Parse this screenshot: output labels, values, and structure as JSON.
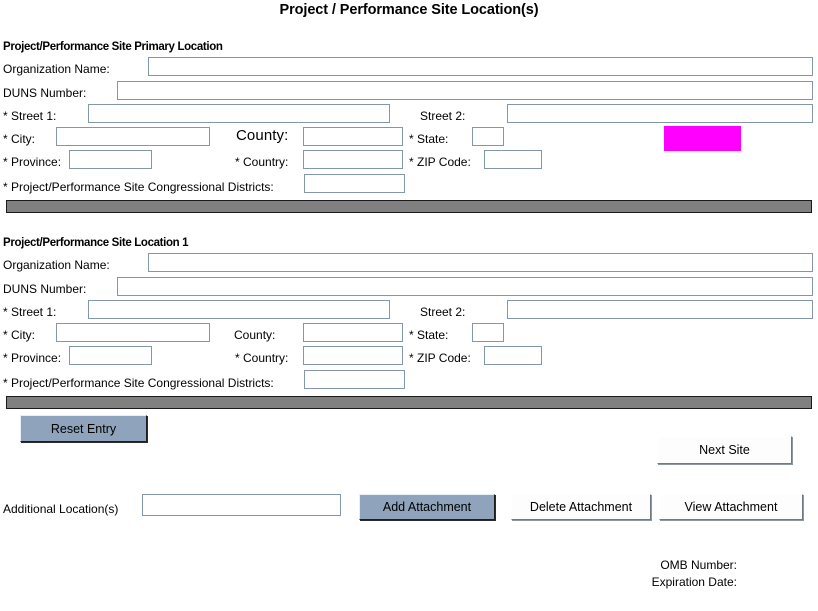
{
  "page": {
    "title": "Project / Performance Site Location(s)"
  },
  "colors": {
    "accent_magenta": "#FF00FF",
    "separator_gray": "#808080",
    "button_blue": "#8FA4BC",
    "field_border": "#8296AD"
  },
  "sections": [
    {
      "heading": "Project/Performance Site Primary Location",
      "fields": {
        "organization_name_label": "Organization Name:",
        "organization_name_value": "",
        "duns_number_label": "DUNS Number:",
        "duns_number_value": "",
        "street1_label": "* Street 1:",
        "street1_value": "",
        "street2_label": "Street 2:",
        "street2_value": "",
        "city_label": "* City:",
        "city_value": "",
        "county_label": "County:",
        "county_value": "",
        "state_label": "* State:",
        "state_value": "",
        "province_label": "* Province:",
        "province_value": "",
        "country_label": "* Country:",
        "country_value": "",
        "zip_label": "* ZIP  Code:",
        "zip_value": "",
        "districts_label": "* Project/Performance Site Congressional Districts:",
        "districts_value": ""
      }
    },
    {
      "heading": "Project/Performance Site Location 1",
      "fields": {
        "organization_name_label": "Organization Name:",
        "organization_name_value": "",
        "duns_number_label": "DUNS Number:",
        "duns_number_value": "",
        "street1_label": "* Street 1:",
        "street1_value": "",
        "street2_label": "Street 2:",
        "street2_value": "",
        "city_label": "* City:",
        "city_value": "",
        "county_label": "County:",
        "county_value": "",
        "state_label": "* State:",
        "state_value": "",
        "province_label": "* Province:",
        "province_value": "",
        "country_label": "* Country:",
        "country_value": "",
        "zip_label": "* ZIP  Code:",
        "zip_value": "",
        "districts_label": "* Project/Performance Site Congressional Districts:",
        "districts_value": ""
      }
    }
  ],
  "actions": {
    "reset_entry": "Reset Entry",
    "next_site": "Next Site",
    "additional_locations_label": "Additional Location(s)",
    "additional_locations_value": "",
    "add_attachment": "Add Attachment",
    "delete_attachment": "Delete Attachment",
    "view_attachment": "View  Attachment"
  },
  "footer": {
    "omb_number_label": "OMB Number:",
    "omb_number_value": "",
    "expiration_date_label": "Expiration Date:",
    "expiration_date_value": ""
  }
}
